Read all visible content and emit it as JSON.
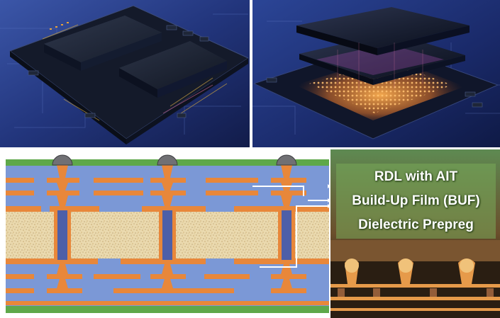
{
  "layer_labels": {
    "rdl": "RDL with AIT",
    "buf": "Build-Up Film (BUF)",
    "prepreg": "Dielectric Prepreg"
  },
  "colors": {
    "substrate_blue": "#7b98d6",
    "copper": "#e8873a",
    "core_speckle": "#e9d8ad",
    "solder_mask": "#5ea84a",
    "solder_ball": "#707074",
    "label_box": "#78aa5a",
    "photo_bg": "#1d2d6b"
  }
}
